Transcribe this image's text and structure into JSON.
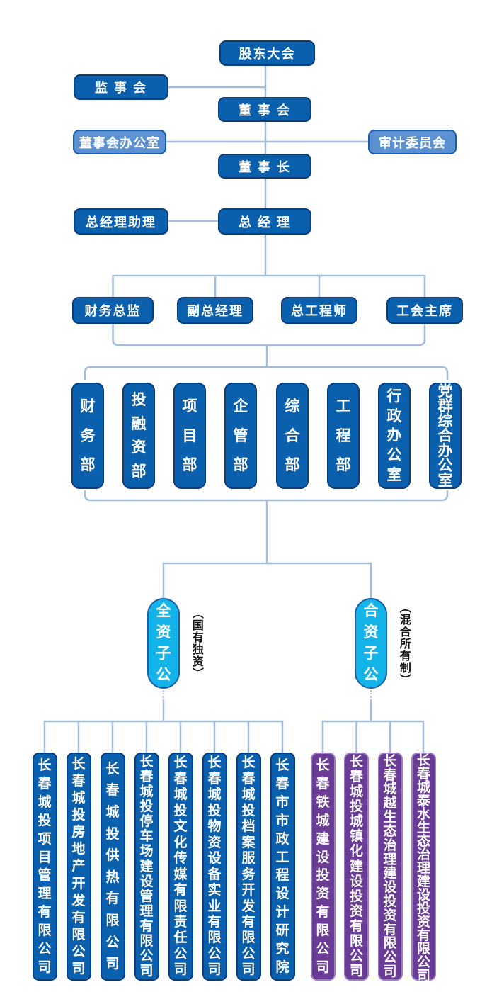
{
  "colors": {
    "primary_box_fill": "#0a60ac",
    "primary_box_border": "#0b3d7c",
    "secondary_box_fill": "#5b90d2",
    "secondary_box_border": "#1a5cab",
    "oval_fill": "#14b3ea",
    "oval_border": "#1b60a8",
    "purple_box_fill": "#6a3c96",
    "purple_box_border": "#9b7fc2",
    "connector_line": "#a2bcdc",
    "node_text": "#ffffff",
    "note_text": "#111111"
  },
  "chart": {
    "top": {
      "shareholders_meeting": "股东大会",
      "supervisory_board": "监 事 会",
      "board_of_directors": "董 事 会",
      "board_office": "董事会办公室",
      "audit_committee": "审计委员会",
      "chairman": "董 事 长",
      "gm_assistant": "总经理助理",
      "general_manager": "总 经 理"
    },
    "executives": [
      "财务总监",
      "副总经理",
      "总工程师",
      "工会主席"
    ],
    "departments": [
      "财务部",
      "投融资部",
      "项目部",
      "企管部",
      "综合部",
      "工程部",
      "行政办公室",
      "党群综合办公室"
    ],
    "wholly_owned": {
      "label": "全资子公司",
      "note": "（国有独资）",
      "companies": [
        "长春城投项目管理有限公司",
        "长春城投房地产开发有限公司",
        "长春城投供热有限公司",
        "长春城投停车场建设管理有限公司",
        "长春城投文化传媒有限责任公司",
        "长春城投物资设备实业有限公司",
        "长春城投档案服务开发有限公司",
        "长春市市政工程设计研究院"
      ]
    },
    "joint_venture": {
      "label": "合资子公司",
      "note": "（混合所有制）",
      "companies": [
        "长春铁城建设投资有限公司",
        "长春城投城镇化建设投资有限公司",
        "长春城越生态治理建设投资有限公司",
        "长春城泰水生态治理建设投资有限公司"
      ]
    }
  }
}
